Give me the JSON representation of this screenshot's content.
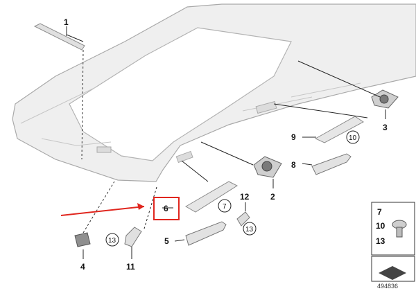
{
  "diagram": {
    "callouts": [
      {
        "id": "1",
        "label": "1"
      },
      {
        "id": "2",
        "label": "2"
      },
      {
        "id": "3",
        "label": "3"
      },
      {
        "id": "4",
        "label": "4"
      },
      {
        "id": "5",
        "label": "5"
      },
      {
        "id": "6",
        "label": "6"
      },
      {
        "id": "7",
        "label": "7"
      },
      {
        "id": "8",
        "label": "8"
      },
      {
        "id": "9",
        "label": "9"
      },
      {
        "id": "11",
        "label": "11"
      },
      {
        "id": "12",
        "label": "12"
      }
    ],
    "circled": [
      {
        "id": "c10",
        "label": "10"
      },
      {
        "id": "c7",
        "label": "7"
      },
      {
        "id": "c13a",
        "label": "13"
      },
      {
        "id": "c13b",
        "label": "13"
      }
    ],
    "legend": {
      "items": [
        "7",
        "10",
        "13"
      ]
    },
    "reference_number": "494836",
    "colors": {
      "highlight": "#e0261e",
      "line": "#222222",
      "part_fill": "#e9e9e9",
      "part_stroke": "#9a9a9a"
    }
  }
}
